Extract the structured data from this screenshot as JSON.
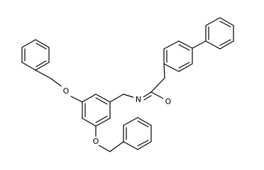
{
  "diagram": {
    "type": "chemical-structure",
    "atom_labels": {
      "amide_nitrogen": "N",
      "carbonyl_oxygen": "O",
      "ether_oxygen_upper": "O",
      "ether_oxygen_lower": "O"
    },
    "colors": {
      "bond": "#000000",
      "label": "#000000",
      "background": "#ffffff"
    }
  }
}
